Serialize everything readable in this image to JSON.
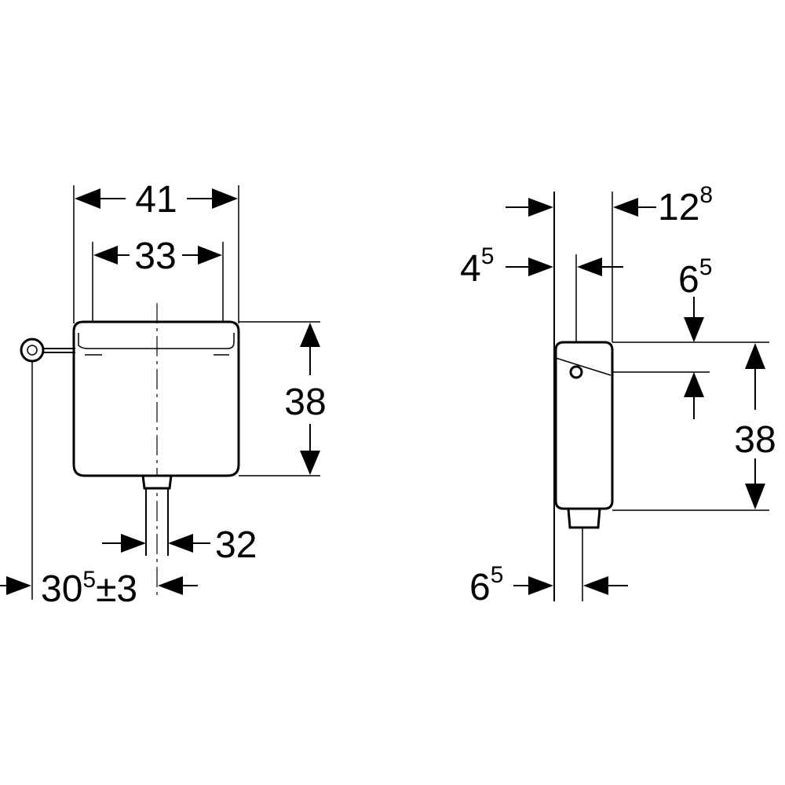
{
  "front_view": {
    "width_outer": "41",
    "width_inner": "33",
    "height": "38",
    "pipe_diameter": "32",
    "offset_main": "30",
    "offset_sup": "5",
    "offset_tol": "±3"
  },
  "side_view": {
    "depth_main": "12",
    "depth_sup": "8",
    "wall_gap_main": "4",
    "wall_gap_sup": "5",
    "valve_drop_main": "6",
    "valve_drop_sup": "5",
    "height": "38",
    "pipe_offset_main": "6",
    "pipe_offset_sup": "5"
  }
}
